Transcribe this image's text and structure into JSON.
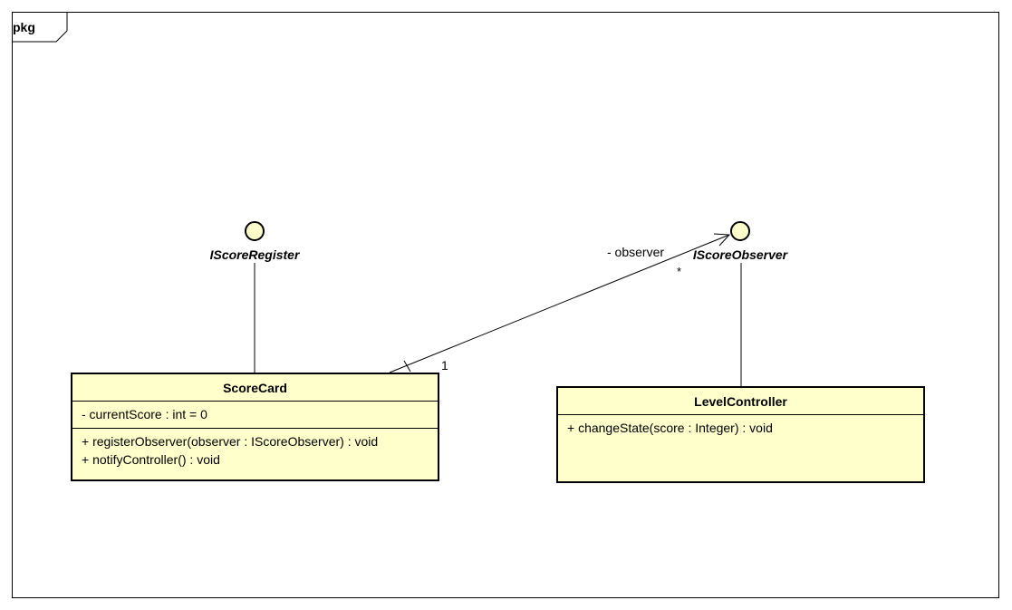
{
  "package": {
    "label": "pkg"
  },
  "interfaces": {
    "register": {
      "name": "IScoreRegister"
    },
    "observer": {
      "name": "IScoreObserver"
    }
  },
  "classes": {
    "scorecard": {
      "name": "ScoreCard",
      "attributes": [
        "- currentScore : int = 0"
      ],
      "operations": [
        "+ registerObserver(observer : IScoreObserver) : void",
        "+ notifyController() : void"
      ]
    },
    "levelcontroller": {
      "name": "LevelController",
      "attributes": [],
      "operations": [
        "+ changeState(score : Integer) : void"
      ]
    }
  },
  "association": {
    "role": "- observer",
    "target_multiplicity": "*",
    "source_multiplicity": "1"
  }
}
